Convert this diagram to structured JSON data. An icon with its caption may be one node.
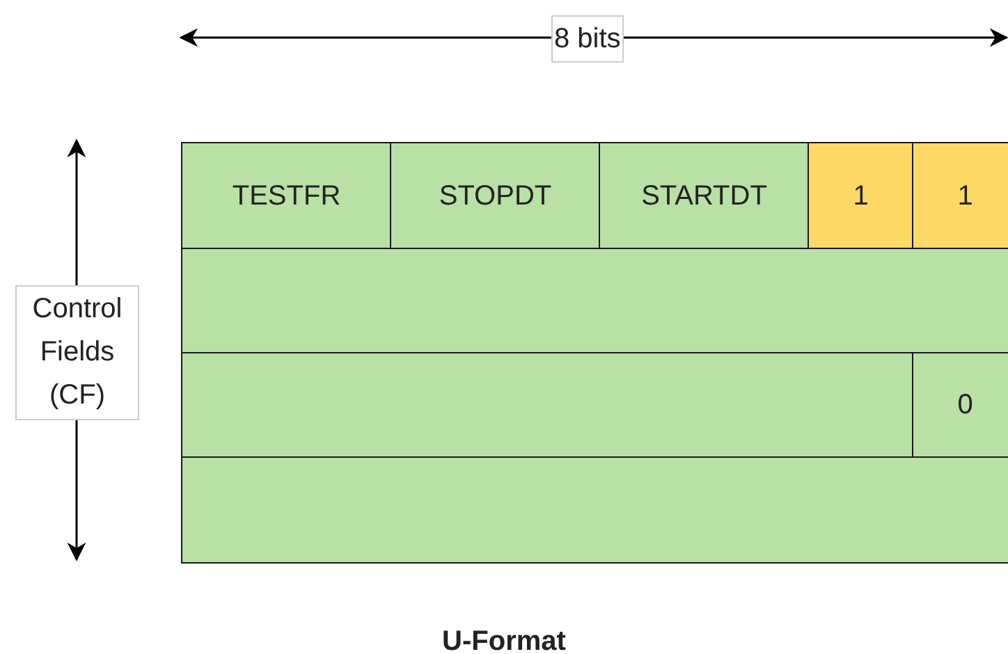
{
  "diagram": {
    "caption": "U-Format",
    "nodes": [
      {
        "text": [
          "TESTFR"
        ]
      },
      {
        "text": [
          "STOPDT"
        ]
      },
      {
        "text": [
          "STARTDT"
        ]
      },
      {
        "text": [
          "1"
        ]
      },
      {
        "text": [
          "1"
        ]
      },
      {
        "text": [],
        "shape": "box"
      },
      {
        "text": [],
        "shape": "box"
      },
      {
        "text": [
          "0"
        ]
      },
      {
        "text": [],
        "shape": "box"
      }
    ],
    "labels": [
      "8 bits",
      "Control Fields (CF)"
    ]
  }
}
